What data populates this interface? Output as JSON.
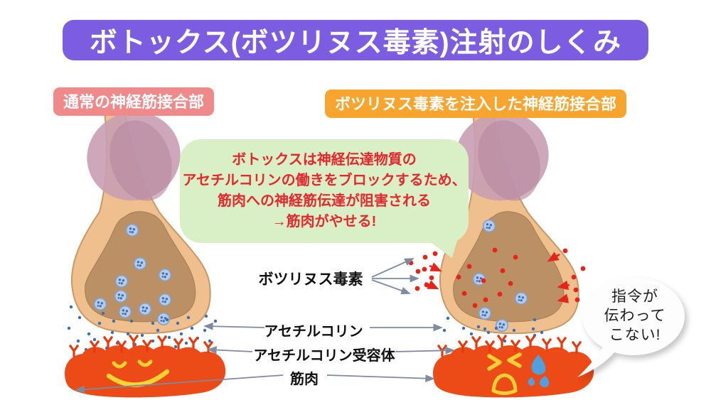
{
  "title": {
    "text": "ボトックス(ボツリヌス毒素)注射のしくみ"
  },
  "panels": {
    "left_label": "通常の神経筋接合部",
    "right_label": "ボツリヌス毒素を注入した神経筋接合部"
  },
  "explanation_bubble": {
    "lines": [
      "ボトックスは神経伝達物質の",
      "アセチルコリンの働きをブロックするため、",
      "筋肉への神経筋伝達が阻害される",
      "→筋肉がやせる!"
    ]
  },
  "annotations": {
    "botulinum_toxin": "ボツリヌス毒素",
    "acetylcholine": "アセチルコリン",
    "acetylcholine_receptor": "アセチルコリン受容体",
    "muscle": "筋肉"
  },
  "speech_bubble": {
    "lines": [
      "指令が",
      "伝わって",
      "こない!"
    ]
  },
  "colors": {
    "title_bg": "#7C5CE0",
    "left_label_bg": "#F08A8A",
    "right_label_bg": "#F7A52F",
    "explanation_bg": "#D9EFC6",
    "explanation_text": "#E8262D",
    "nerve": "#EFC08E",
    "terminal_interior": "#BC9065",
    "myelin": "#C99FB2",
    "muscle": "#EC4A16",
    "receptor": "#E8380C",
    "acetylcholine_dot": "#3A6EB5",
    "toxin_dot": "#E82317",
    "vesicle": "#B6CCEA",
    "face": "#FFD430",
    "sweat": "#4FA0DC",
    "label_arrow": "#7E8AA0"
  }
}
